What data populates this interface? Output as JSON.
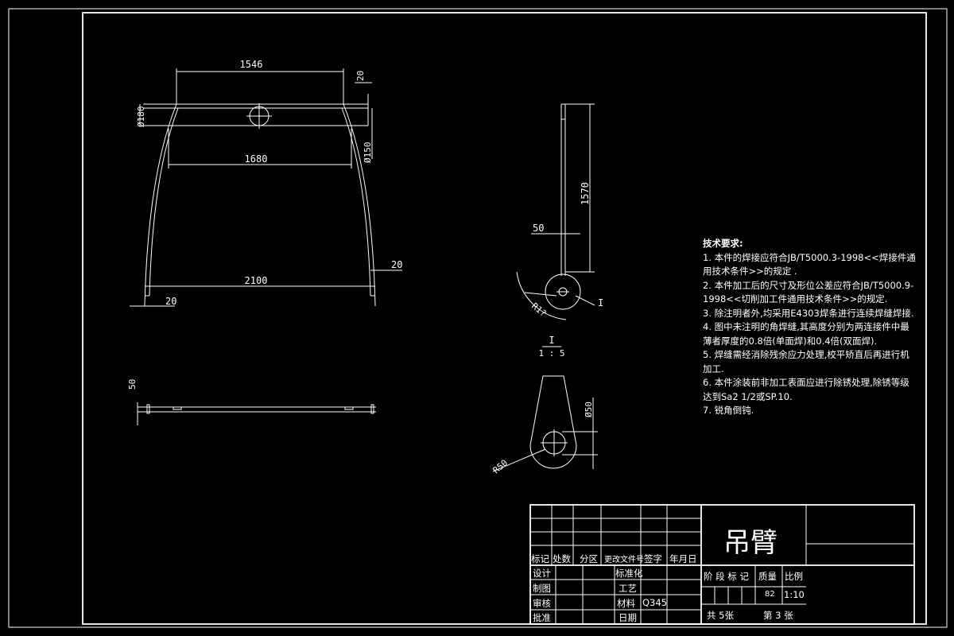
{
  "dimensions": {
    "top_width": "1546",
    "mid_width": "1680",
    "bottom_width": "2100",
    "dia_180": "Ø180",
    "dia_150": "Ø150",
    "edge_20_top": "20",
    "edge_20_right": "20",
    "edge_20_left": "20",
    "plan_50": "50",
    "side_height": "1570",
    "side_50": "50",
    "radius_r": "R1?",
    "detail_mark": "I",
    "detail_mark_side": "I",
    "detail_scale": "1 : 5",
    "detail_dia": "Ø50",
    "detail_radius": "R50"
  },
  "notes": {
    "title": "技术要求:",
    "lines": [
      "1. 本件的焊接应符合JB/T5000.3-1998<<焊接件通用技术条件>>的规定 .",
      "2. 本件加工后的尺寸及形位公差应符合JB/T5000.9-1998<<切削加工件通用技术条件>>的规定.",
      "3. 除注明者外,均采用E4303焊条进行连续焊缝焊接.",
      "4. 图中未注明的角焊缝,其高度分别为两连接件中最薄者厚度的0.8倍(单面焊)和0.4倍(双面焊).",
      "5. 焊缝需经消除残余应力处理,校平矫直后再进行机加工.",
      "6. 本件涂装前非加工表面应进行除锈处理,除锈等级达到Sa2 1/2或SP.10.",
      "7. 锐角倒钝."
    ]
  },
  "title_block": {
    "part_name": "吊臂",
    "rev_header": [
      "标记",
      "处数",
      "分区",
      "更改文件号",
      "签字",
      "年月日"
    ],
    "role_design": "设计",
    "role_draw": "制图",
    "role_review": "审核",
    "role_approve": "批准",
    "standardize": "标准化",
    "process": "工艺",
    "material_label": "材料",
    "material": "Q345",
    "date_label": "日期",
    "stage_header": "阶 段 标 记",
    "mass_header": "质量",
    "scale_header": "比例",
    "mass": "82",
    "scale": "1:10",
    "sheets_total": "共 5张",
    "sheet_no": "第 3 张"
  }
}
